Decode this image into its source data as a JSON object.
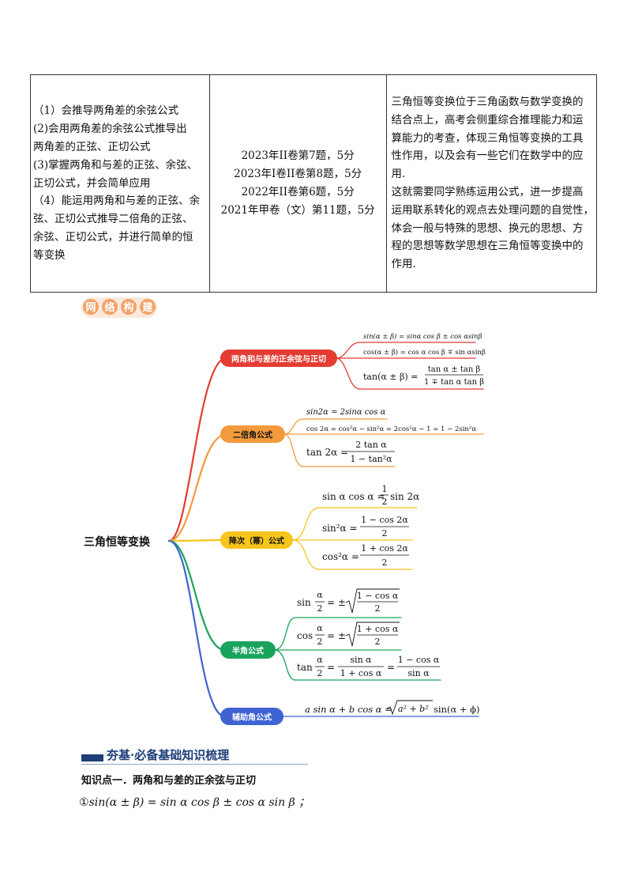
{
  "table": {
    "col1": [
      "（1）会推导两角差的余弦公式",
      "(2)会用两角差的余弦公式推导出",
      "两角差的正弦、正切公式",
      "(3)掌握两角和与差的正弦、余弦、",
      "正切公式，并会简单应用",
      "（4）能运用两角和与差的正弦、余",
      "弦、正切公式推导二倍角的正弦、",
      "余弦、正切公式，并进行简单的恒",
      "等变换"
    ],
    "col2": [
      "2023年II卷第7题，5分",
      "2023年I卷II卷第8题，5分",
      "2022年II卷第6题，5分",
      "2021年甲卷（文）第11题，5分"
    ],
    "col3": [
      "三角恒等变换位于三角函数与数学变换的",
      "结合点上，高考会侧重综合推理能力和运",
      "算能力的考查，体现三角恒等变换的工具",
      "性作用，以及会有一些它们在数学中的应",
      "用.",
      "这就需要同学熟练运用公式，进一步提高",
      "运用联系转化的观点去处理问题的自觉性，",
      "体会一般与特殊的思想、换元的思想、方",
      "程的思想等数学思想在三角恒等变换中的",
      "作用."
    ]
  },
  "badge": {
    "chars": [
      "网",
      "络",
      "构",
      "建"
    ]
  },
  "mindmap": {
    "root": "三角恒等变换",
    "colors": {
      "red": "#e43c33",
      "orange": "#f39a3d",
      "yellow": "#f7c51b",
      "green": "#1aa35c",
      "blue": "#3f63d3"
    },
    "branches": [
      {
        "label": "两角和与差的正余弦与正切",
        "formulas": [
          "sin(α ± β) = sinα cos β ± cos αsinβ",
          "cos(α ± β) = cos α cos β ∓ sin αsinβ",
          "tan(α ± β) =",
          "tan α ± tan β",
          "1 ∓ tan α tan β"
        ]
      },
      {
        "label": "二倍角公式",
        "formulas": [
          "sin2α = 2sinα cos α",
          "cos 2α = cos²α − sin²α = 2cos²α − 1 = 1 − 2sin²α",
          "tan 2α =",
          "2 tan α",
          "1 − tan²α"
        ]
      },
      {
        "label": "降次（幂）公式",
        "formulas": [
          "sin α cos α =",
          "1",
          "2",
          "sin 2α",
          "sin²α =",
          "1 − cos 2α",
          "2",
          "cos²α =",
          "1 + cos 2α",
          "2"
        ]
      },
      {
        "label": "半角公式",
        "formulas": [
          "sin",
          "α",
          "2",
          "= ±",
          "1 − cos α",
          "2",
          "cos",
          "α",
          "2",
          "= ±",
          "1 + cos α",
          "2",
          "tan",
          "α",
          "2",
          "=",
          "sin α",
          "1 + cos α",
          "=",
          "1 − cos α",
          "sin α"
        ]
      },
      {
        "label": "辅助角公式",
        "formulas": [
          "a sin α + b cos α =",
          "a² + b²",
          "sin(α + ϕ)"
        ]
      }
    ]
  },
  "section": {
    "title": "夯基·必备基础知识梳理"
  },
  "knowledge_point": {
    "title": "知识点一．两角和与差的正余弦与正切"
  },
  "formula1": {
    "prefix": "①",
    "text": "sin(α ± β) = sin α cos β ± cos α sin β ；"
  }
}
